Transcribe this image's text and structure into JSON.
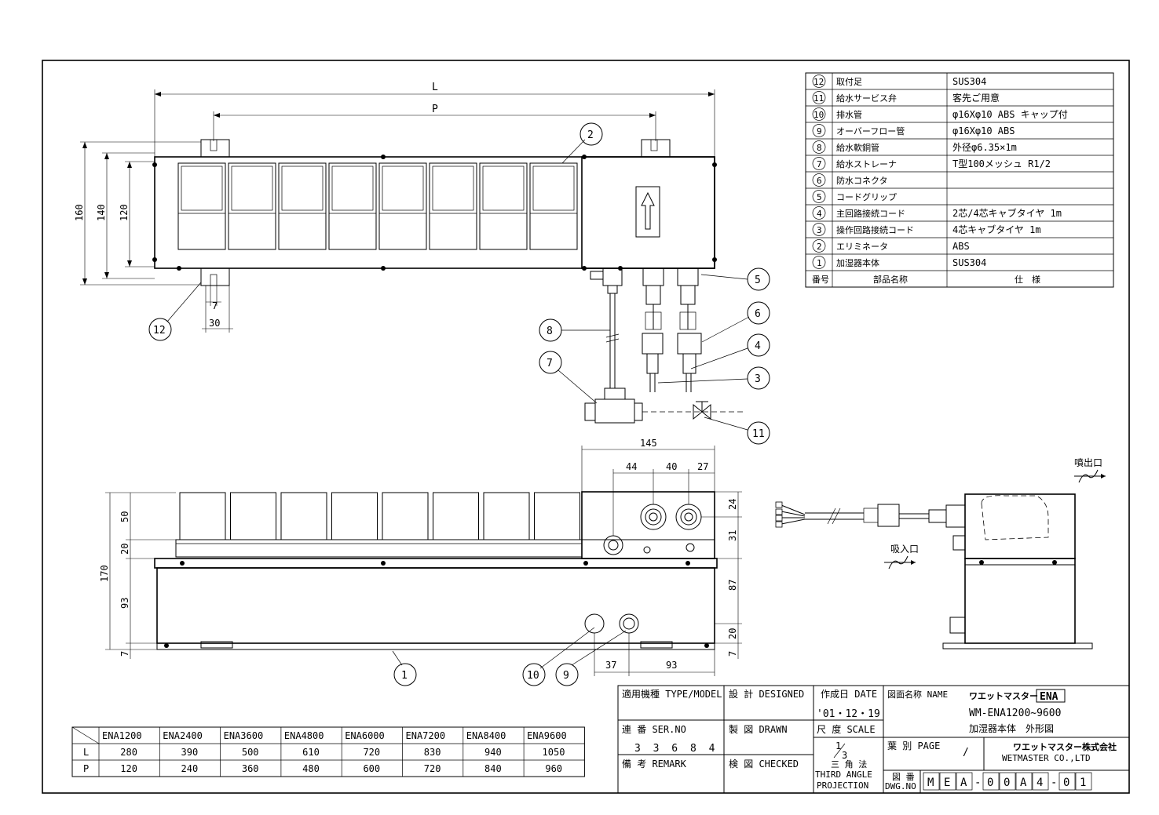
{
  "parts_table": {
    "header": {
      "no": "番号",
      "name": "部品名称",
      "spec": "仕　様"
    },
    "rows": [
      {
        "no": "12",
        "name": "取付足",
        "spec": "SUS304"
      },
      {
        "no": "11",
        "name": "給水サービス弁",
        "spec": "客先ご用意"
      },
      {
        "no": "10",
        "name": "排水管",
        "spec": "φ16Xφ10 ABS キャップ付"
      },
      {
        "no": "9",
        "name": "オーバーフロー管",
        "spec": "φ16Xφ10 ABS"
      },
      {
        "no": "8",
        "name": "給水軟銅管",
        "spec": "外径φ6.35×1m"
      },
      {
        "no": "7",
        "name": "給水ストレーナ",
        "spec": "T型100メッシュ R1/2"
      },
      {
        "no": "6",
        "name": "防水コネクタ",
        "spec": ""
      },
      {
        "no": "5",
        "name": "コードグリップ",
        "spec": ""
      },
      {
        "no": "4",
        "name": "主回路接続コード",
        "spec": "2芯/4芯キャブタイヤ 1m"
      },
      {
        "no": "3",
        "name": "操作回路接続コード",
        "spec": "4芯キャブタイヤ 1m"
      },
      {
        "no": "2",
        "name": "エリミネータ",
        "spec": "ABS"
      },
      {
        "no": "1",
        "name": "加湿器本体",
        "spec": "SUS304"
      }
    ]
  },
  "model_table": {
    "models": [
      "ENA1200",
      "ENA2400",
      "ENA3600",
      "ENA4800",
      "ENA6000",
      "ENA7200",
      "ENA8400",
      "ENA9600"
    ],
    "rows": [
      {
        "label": "L",
        "values": [
          "280",
          "390",
          "500",
          "610",
          "720",
          "830",
          "940",
          "1050"
        ]
      },
      {
        "label": "P",
        "values": [
          "120",
          "240",
          "360",
          "480",
          "600",
          "720",
          "840",
          "960"
        ]
      }
    ]
  },
  "dimensions": {
    "L": "L",
    "P": "P",
    "h160": "160",
    "h140": "140",
    "h120": "120",
    "foot_w": "30",
    "foot_slot": "7",
    "w145": "145",
    "w44": "44",
    "w40": "40",
    "w27": "27",
    "h24": "24",
    "h31": "31",
    "h87": "87",
    "h20r": "20",
    "h7r": "7",
    "h170": "170",
    "h50": "50",
    "h20l": "20",
    "h93": "93",
    "h7l": "7",
    "w37": "37",
    "w93": "93"
  },
  "callouts": [
    "1",
    "2",
    "3",
    "4",
    "5",
    "6",
    "7",
    "8",
    "9",
    "10",
    "11",
    "12"
  ],
  "side_view": {
    "outlet_label": "噴出口",
    "inlet_label": "吸入口"
  },
  "title_block": {
    "type_label": "適用機種 TYPE/MODEL",
    "designed_label": "設 計 DESIGNED",
    "date_label": "作成日 DATE",
    "date_value": "'01・12・19",
    "name_label": "図面名称 NAME",
    "brand": "ワエットマスター",
    "brand_badge": "ENA",
    "model_range": "WM-ENA1200~9600",
    "drawing_title": "加湿器本体　外形図",
    "ser_label": "連 番 SER.NO",
    "ser_value": "3 3 6 8 4",
    "drawn_label": "製 図 DRAWN",
    "scale_label": "尺 度 SCALE",
    "scale_num": "1",
    "scale_den": "3",
    "page_label": "葉 別 PAGE",
    "page_value": "/",
    "company_jp": "ワエットマスター株式会社",
    "company_en": "WETMASTER CO.,LTD",
    "remark_label": "備 考 REMARK",
    "checked_label": "検 図 CHECKED",
    "projection_jp": "三 角 法",
    "projection_en1": "THIRD ANGLE",
    "projection_en2": "PROJECTION",
    "dwg_label_jp": "図 番",
    "dwg_label_en": "DWG.NO",
    "dwg_chars": [
      "M",
      "E",
      "A",
      "-",
      "0",
      "0",
      "A",
      "4",
      "-",
      "0",
      "1"
    ]
  }
}
